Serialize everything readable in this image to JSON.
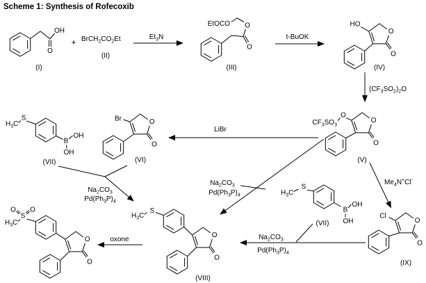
{
  "title": "Scheme 1: Synthesis of Rofecoxib",
  "operators": {
    "plus": "+"
  },
  "compounds": {
    "i": {
      "id": "(I)",
      "atoms": {
        "oh": "OH",
        "carbonyl_o": "O"
      }
    },
    "ii": {
      "id": "(II)",
      "formula": "BrCH_2CO_2Et"
    },
    "iii": {
      "id": "(III)",
      "atoms": {
        "ethoxycarbonyl": "EtOCO",
        "ester_o": "O",
        "carbonyl_o": "O"
      }
    },
    "iv": {
      "id": "(IV)",
      "atoms": {
        "hydroxyl": "HO",
        "ring_o": "O",
        "carbonyl_o": "O"
      }
    },
    "v": {
      "id": "(V)",
      "atoms": {
        "triflyl": "CF_3SO_3",
        "linker_o": "O",
        "ring_o": "O",
        "carbonyl_o": "O"
      }
    },
    "vi": {
      "id": "(VI)",
      "atoms": {
        "bromo": "Br",
        "ring_o": "O",
        "carbonyl_o": "O"
      }
    },
    "vii_left": {
      "id": "(VII)",
      "atoms": {
        "methyl": "H_3C",
        "sulfur": "S",
        "boron": "B",
        "oh_upper": "OH",
        "oh_lower": "OH"
      }
    },
    "vii_right": {
      "id": "(VII)",
      "atoms": {
        "methyl": "H_3C",
        "sulfur": "S",
        "boron": "B",
        "oh_upper": "OH",
        "oh_lower": "OH"
      }
    },
    "viii": {
      "id": "(VIII)",
      "atoms": {
        "methyl": "H_3C",
        "sulfur": "S",
        "ring_o": "O",
        "carbonyl_o": "O"
      }
    },
    "ix": {
      "id": "(IX)",
      "atoms": {
        "chloro": "Cl",
        "ring_o": "O",
        "carbonyl_o": "O"
      }
    },
    "rofecoxib": {
      "atoms": {
        "methyl": "H_3C",
        "sulfur": "S",
        "sulfone_o_left": "O",
        "sulfone_o_right": "O",
        "ring_o": "O",
        "carbonyl_o": "O"
      }
    }
  },
  "reagents": {
    "step1": "Et_3N",
    "step2": "t-BuOK",
    "step3": "(CF_3SO_2)_2O",
    "step4": "LiBr",
    "step5": "Me_4N^+Cl^-",
    "suzuki_base": "Na_2CO_3",
    "suzuki_catalyst": "Pd(Ph_3P)_4",
    "step9": "oxone"
  }
}
